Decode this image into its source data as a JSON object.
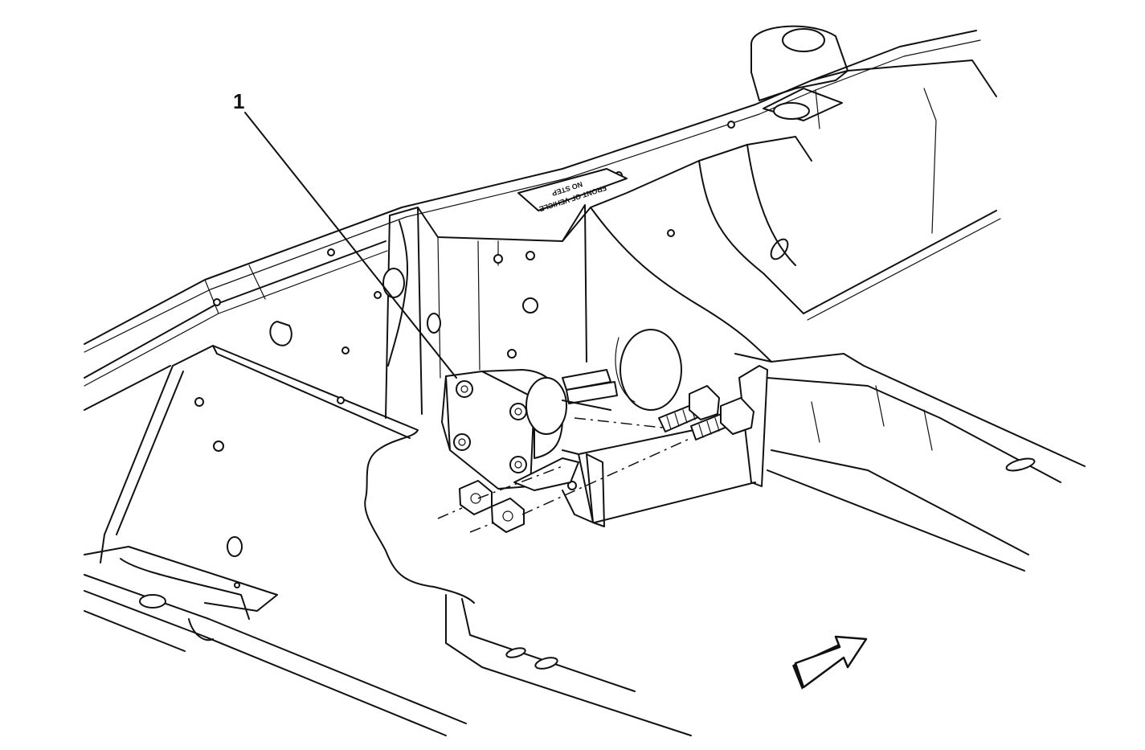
{
  "callout": {
    "number": "1"
  },
  "frame_plate": {
    "line1": "NO STEP",
    "line2": "FRONT OF VEHICLE"
  }
}
